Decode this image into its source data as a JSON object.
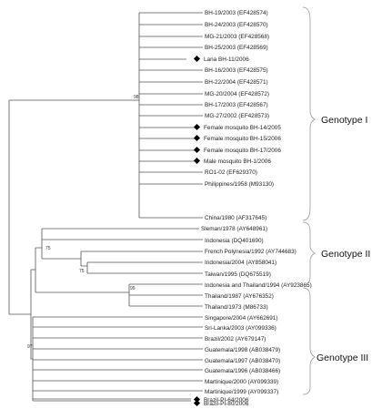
{
  "leaves": [
    {
      "label": "BH-19/2003 (EF428574)",
      "marker": false
    },
    {
      "label": "BH-24/2003 (EF428570)",
      "marker": false
    },
    {
      "label": "MG-21/2003 (EF428568)",
      "marker": false
    },
    {
      "label": "BH-25/2003 (EF428569)",
      "marker": false
    },
    {
      "label": "Lana BH-11/2006",
      "marker": true
    },
    {
      "label": "BH-16/2003 (EF428575)",
      "marker": false
    },
    {
      "label": "BH-22/2004 (EF428571)",
      "marker": false
    },
    {
      "label": "MG-20/2004 (EF428572)",
      "marker": false
    },
    {
      "label": "BH-17/2003 (EF428567)",
      "marker": false
    },
    {
      "label": "MG-27/2002 (EF428573)",
      "marker": false
    },
    {
      "label": "Female mosquito BH-14/2005",
      "marker": true
    },
    {
      "label": "Female mosquito BH-15/2006",
      "marker": true
    },
    {
      "label": "Female mosquito BH-17/2006",
      "marker": true
    },
    {
      "label": "Male mosquito BH-1/2006",
      "marker": true
    },
    {
      "label": "RO1-02 (EF629370)",
      "marker": false
    },
    {
      "label": "Philippines/1958 (M93130)",
      "marker": false
    },
    {
      "label": "China/1980 (AF317645)",
      "marker": false
    },
    {
      "label": "Sleman/1978 (AY648961)",
      "marker": false
    },
    {
      "label": "Indonesia (DQ401690)",
      "marker": false
    },
    {
      "label": "French Polynesia/1992 (AY744683)",
      "marker": false
    },
    {
      "label": "Indonesia/2004 (AY858041)",
      "marker": false
    },
    {
      "label": "Taiwan/1995 (DQ675519)",
      "marker": false
    },
    {
      "label": "Indonesia and Thailand/1994 (AY923865)",
      "marker": false
    },
    {
      "label": "Thailand/1987 (AY676352)",
      "marker": false
    },
    {
      "label": "Thailand/1973 (M86733)",
      "marker": false
    },
    {
      "label": "Singapore/2004 (AY662691)",
      "marker": false
    },
    {
      "label": "Sri-Lanka/2003 (AY099336)",
      "marker": false
    },
    {
      "label": "Brazil/2002 (AY679147)",
      "marker": false
    },
    {
      "label": "Guatemala/1998 (AB038479)",
      "marker": false
    },
    {
      "label": "Guatemala/1997 (AB038470)",
      "marker": false
    },
    {
      "label": "Guatemala/1996 (AB038466)",
      "marker": false
    },
    {
      "label": "Martinique/2000 (AY099339)",
      "marker": false
    },
    {
      "label": "Martinique/1999 (AY099337)",
      "marker": false
    },
    {
      "label": "Brazil-PI-64/2006",
      "marker": true
    },
    {
      "label": "Brazil-PI-80/2006",
      "marker": true
    }
  ],
  "bootstrap": {
    "genotype_1": "98",
    "genotype_2_french_polynesia": "75",
    "genotype_2_taiwan": "75",
    "genotype_2_thailand": "99",
    "genotype_3": "97"
  },
  "genotypes": {
    "g1": "Genotype I",
    "g2": "Genotype II",
    "g3": "Genotype III"
  },
  "colors": {
    "branch": "#555555",
    "brace": "#999999",
    "marker": "#000000",
    "text": "#222222"
  }
}
